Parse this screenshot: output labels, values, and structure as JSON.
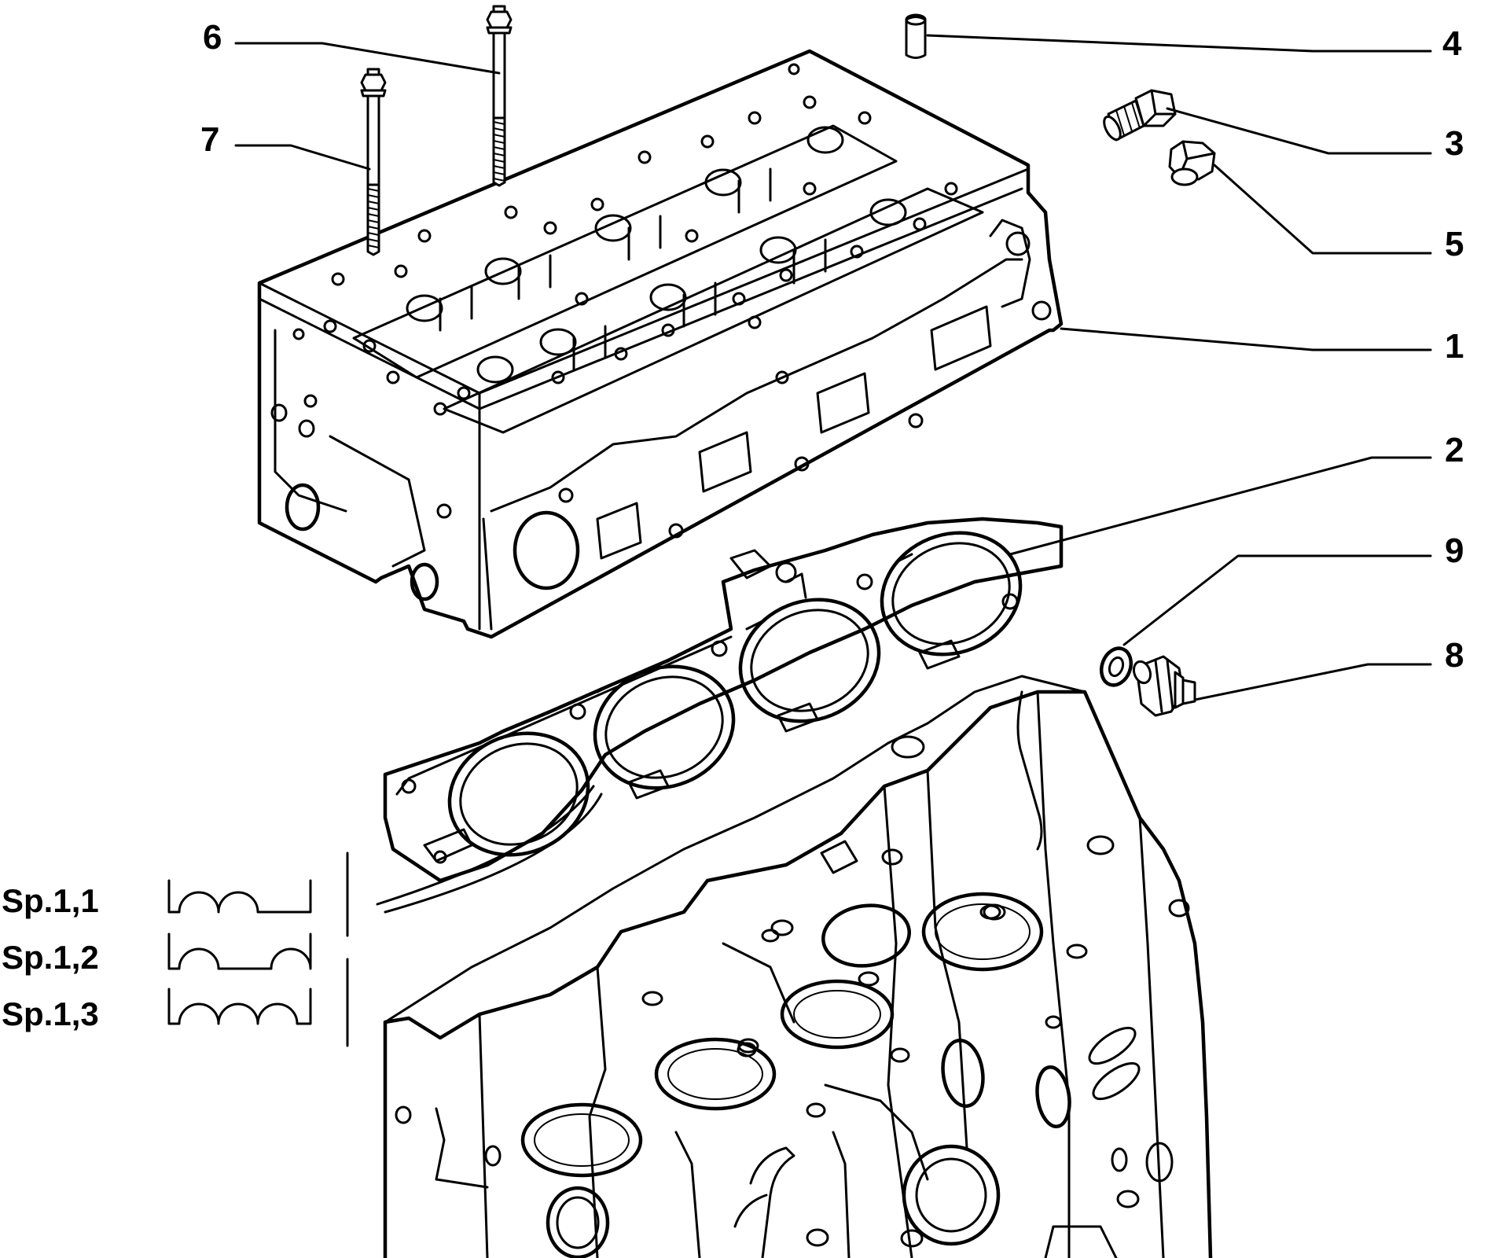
{
  "callouts": [
    {
      "id": "6",
      "label": "6"
    },
    {
      "id": "7",
      "label": "7"
    },
    {
      "id": "4",
      "label": "4"
    },
    {
      "id": "3",
      "label": "3"
    },
    {
      "id": "5",
      "label": "5"
    },
    {
      "id": "1",
      "label": "1"
    },
    {
      "id": "2",
      "label": "2"
    },
    {
      "id": "9",
      "label": "9"
    },
    {
      "id": "8",
      "label": "8"
    }
  ],
  "gasket_options": [
    {
      "label": "Sp.1,1",
      "notches": 2
    },
    {
      "label": "Sp.1,2",
      "notches": 2
    },
    {
      "label": "Sp.1,3",
      "notches": 3
    }
  ]
}
